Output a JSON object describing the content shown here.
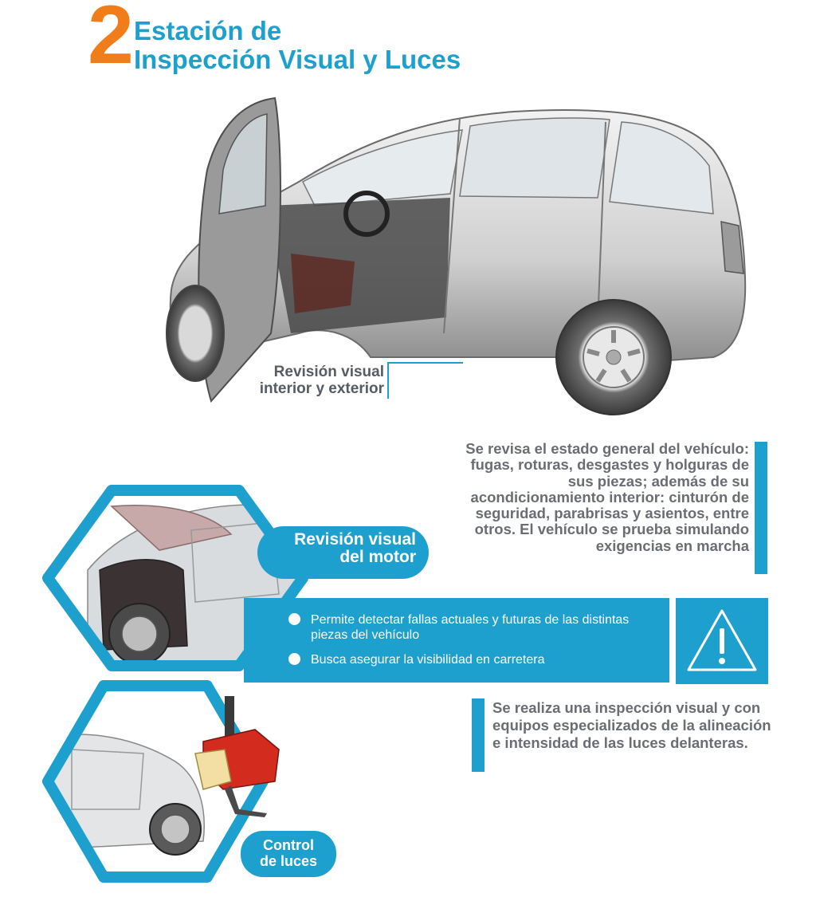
{
  "header": {
    "step_number": "2",
    "title_line1": "Estación de",
    "title_line2": "Inspección Visual y Luces"
  },
  "labels": {
    "exterior_line1": "Revisión visual",
    "exterior_line2": "interior y exterior",
    "motor_line1": "Revisión visual",
    "motor_line2": "del motor",
    "luces_line1": "Control",
    "luces_line2": "de luces"
  },
  "description_1": "Se revisa el estado general del vehículo: fugas, roturas, desgastes y holguras de sus piezas; además de su acondicionamiento interior: cinturón de seguridad, parabrisas y asientos, entre otros. El vehículo se prueba simulando exigencias en marcha",
  "bullets": [
    "Permite detectar fallas actuales y futuras de las distintas piezas del vehículo",
    "Busca asegurar la visibilidad en carretera"
  ],
  "description_2": "Se realiza una inspección visual y con equipos especializados de la alineación e intensidad de las luces delanteras.",
  "icons": {
    "warning": "warning-triangle-icon",
    "car": "car-illustration",
    "motor": "car-hood-open-illustration",
    "luces": "headlight-tester-illustration"
  },
  "colors": {
    "accent_blue": "#1ea0cf",
    "accent_orange": "#f07d1a",
    "text_gray": "#6a6e72"
  }
}
